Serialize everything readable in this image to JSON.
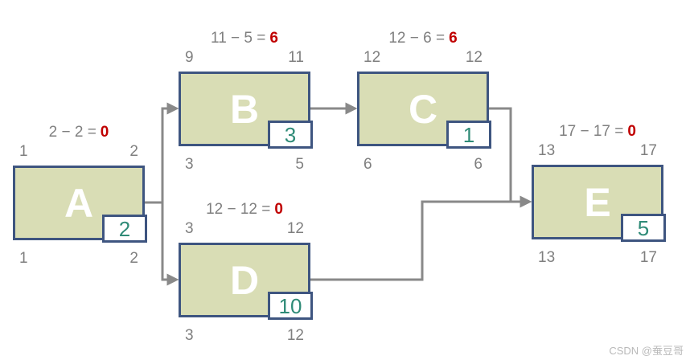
{
  "diagram_type": "activity-on-node network (critical path / slack calculation)",
  "nodes": [
    {
      "id": "A",
      "label": "A",
      "es": "1",
      "ef": "2",
      "ls": "1",
      "lf": "2",
      "duration": "2",
      "slack_expr": "2 − 2 =",
      "slack_value": "0"
    },
    {
      "id": "B",
      "label": "B",
      "es": "9",
      "ef": "11",
      "ls": "3",
      "lf": "5",
      "duration": "3",
      "slack_expr": "11 − 5 =",
      "slack_value": "6"
    },
    {
      "id": "C",
      "label": "C",
      "es": "12",
      "ef": "12",
      "ls": "6",
      "lf": "6",
      "duration": "1",
      "slack_expr": "12 − 6 =",
      "slack_value": "6"
    },
    {
      "id": "D",
      "label": "D",
      "es": "3",
      "ef": "12",
      "ls": "3",
      "lf": "12",
      "duration": "10",
      "slack_expr": "12 − 12 =",
      "slack_value": "0"
    },
    {
      "id": "E",
      "label": "E",
      "es": "13",
      "ef": "17",
      "ls": "13",
      "lf": "17",
      "duration": "5",
      "slack_expr": "17 − 17 =",
      "slack_value": "0"
    }
  ],
  "edges": [
    {
      "from": "A",
      "to": "B"
    },
    {
      "from": "A",
      "to": "D"
    },
    {
      "from": "B",
      "to": "C"
    },
    {
      "from": "C",
      "to": "E"
    },
    {
      "from": "D",
      "to": "E"
    }
  ],
  "colors": {
    "node_fill": "#d9ddb5",
    "node_border": "#3e5580",
    "arrow_gray": "#898989",
    "number_gray": "#7f7f7f",
    "slack_red": "#c00000",
    "duration_teal": "#2f8b77",
    "watermark_gray": "#b9b9b9"
  },
  "watermark": "CSDN @蚕豆哥"
}
